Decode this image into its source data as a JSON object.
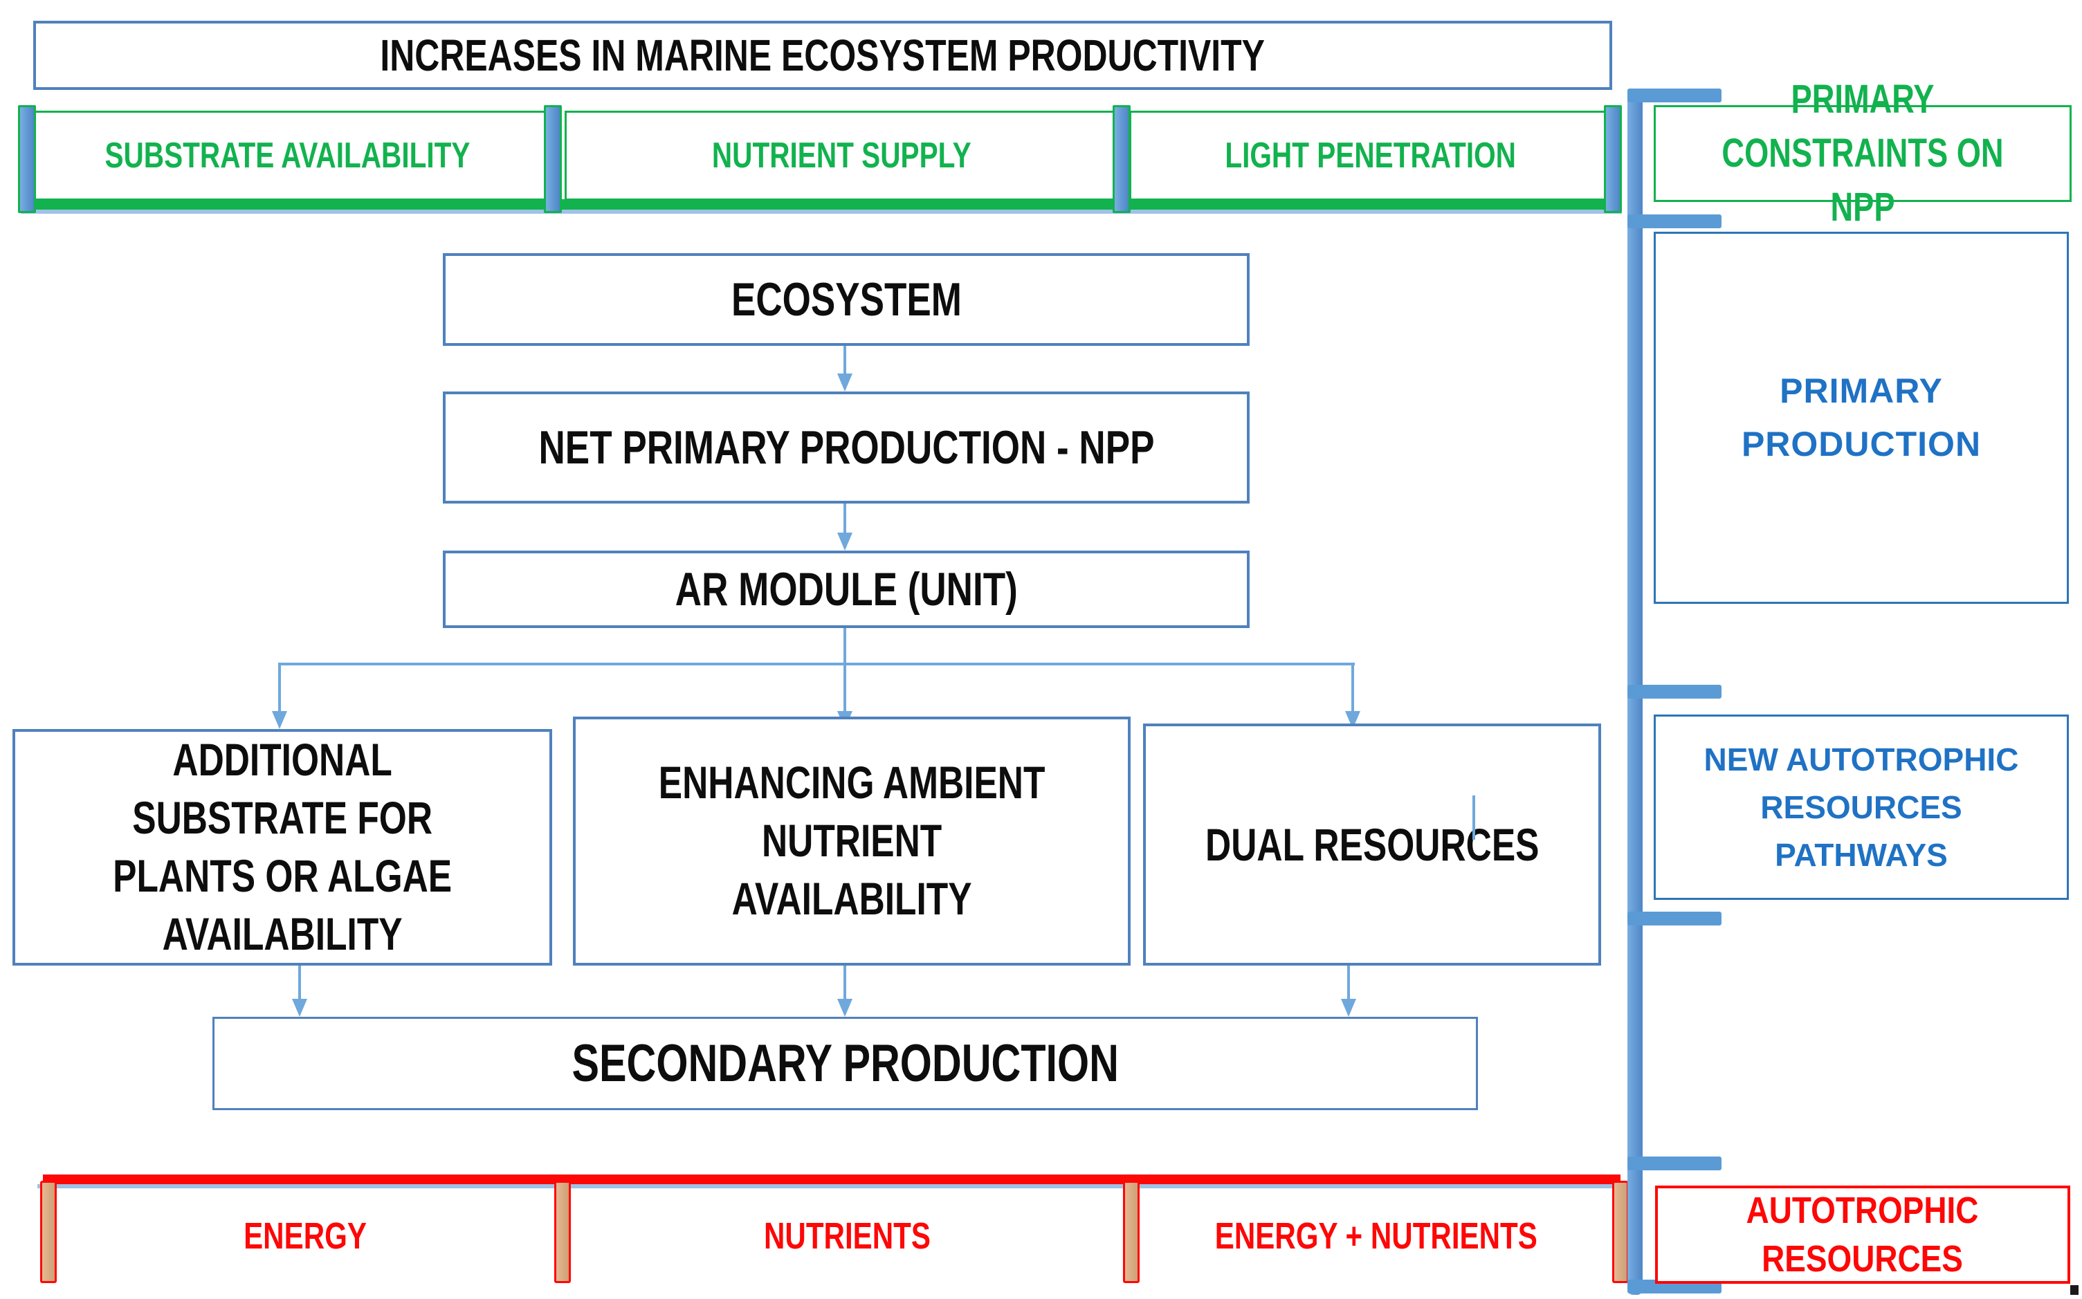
{
  "title": "INCREASES IN MARINE ECOSYSTEM PRODUCTIVITY",
  "constraints_row": {
    "substrate": "SUBSTRATE AVAILABILITY",
    "nutrient": "NUTRIENT SUPPLY",
    "light": "LIGHT PENETRATION"
  },
  "flow": {
    "ecosystem": "ECOSYSTEM",
    "npp": "NET PRIMARY PRODUCTION - NPP",
    "ar_module": "AR MODULE (UNIT)",
    "substrate_pathway": "ADDITIONAL\nSUBSTRATE FOR\nPLANTS OR ALGAE\nAVAILABILITY",
    "nutrient_pathway": "ENHANCING AMBIENT\nNUTRIENT\nAVAILABILITY",
    "dual_pathway": "DUAL RESOURCES",
    "secondary": "SECONDARY PRODUCTION"
  },
  "resources_row": {
    "energy": "ENERGY",
    "nutrients": "NUTRIENTS",
    "energy_nutrients": "ENERGY + NUTRIENTS"
  },
  "sidebar": {
    "primary_constraints": "PRIMARY\nCONSTRAINTS ON NPP",
    "primary_production": "PRIMARY\nPRODUCTION",
    "new_pathways": "NEW AUTOTROPHIC\nRESOURCES\nPATHWAYS",
    "autotrophic_resources": "AUTOTROPHIC\nRESOURCES"
  },
  "colors": {
    "box_border": "#4f81bd",
    "connector": "#6fa8dc",
    "bracket_blue": "#5b9bd5",
    "green": "#12b24e",
    "red": "#fe0707",
    "tan": "#dcae87",
    "blue_text": "#1f72c4",
    "black_text": "#0d0d0d"
  }
}
